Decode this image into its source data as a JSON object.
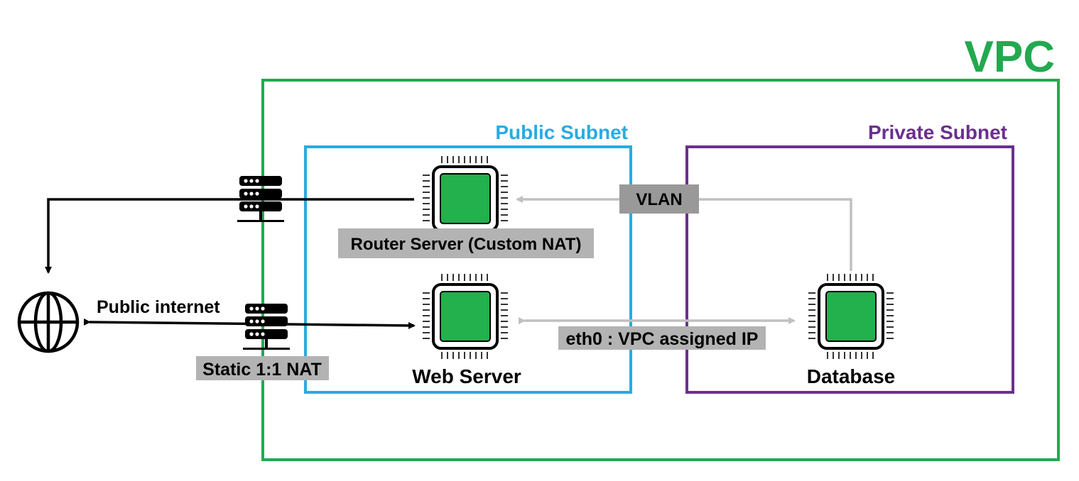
{
  "vpc": {
    "title": "VPC",
    "color": "#22a94f"
  },
  "public_subnet": {
    "title": "Public Subnet",
    "color": "#29abe2"
  },
  "private_subnet": {
    "title": "Private Subnet",
    "color": "#6b2f8f"
  },
  "nodes": {
    "router": {
      "label": "Router Server (Custom NAT)",
      "icon": "chip-icon"
    },
    "web": {
      "label": "Web Server",
      "icon": "chip-icon"
    },
    "database": {
      "label": "Database",
      "icon": "chip-icon"
    }
  },
  "links": {
    "vlan": "VLAN",
    "eth0": "eth0 : VPC assigned IP",
    "public_internet": "Public internet",
    "static_nat": "Static 1:1 NAT"
  },
  "icons": {
    "internet": "globe-icon",
    "nat_device": "server-rack-icon"
  },
  "colors": {
    "chip_fill": "#22b14c",
    "label_bg": "#b3b3b3",
    "vlan_bg": "#999999",
    "connector_gray": "#c0c0c0"
  }
}
